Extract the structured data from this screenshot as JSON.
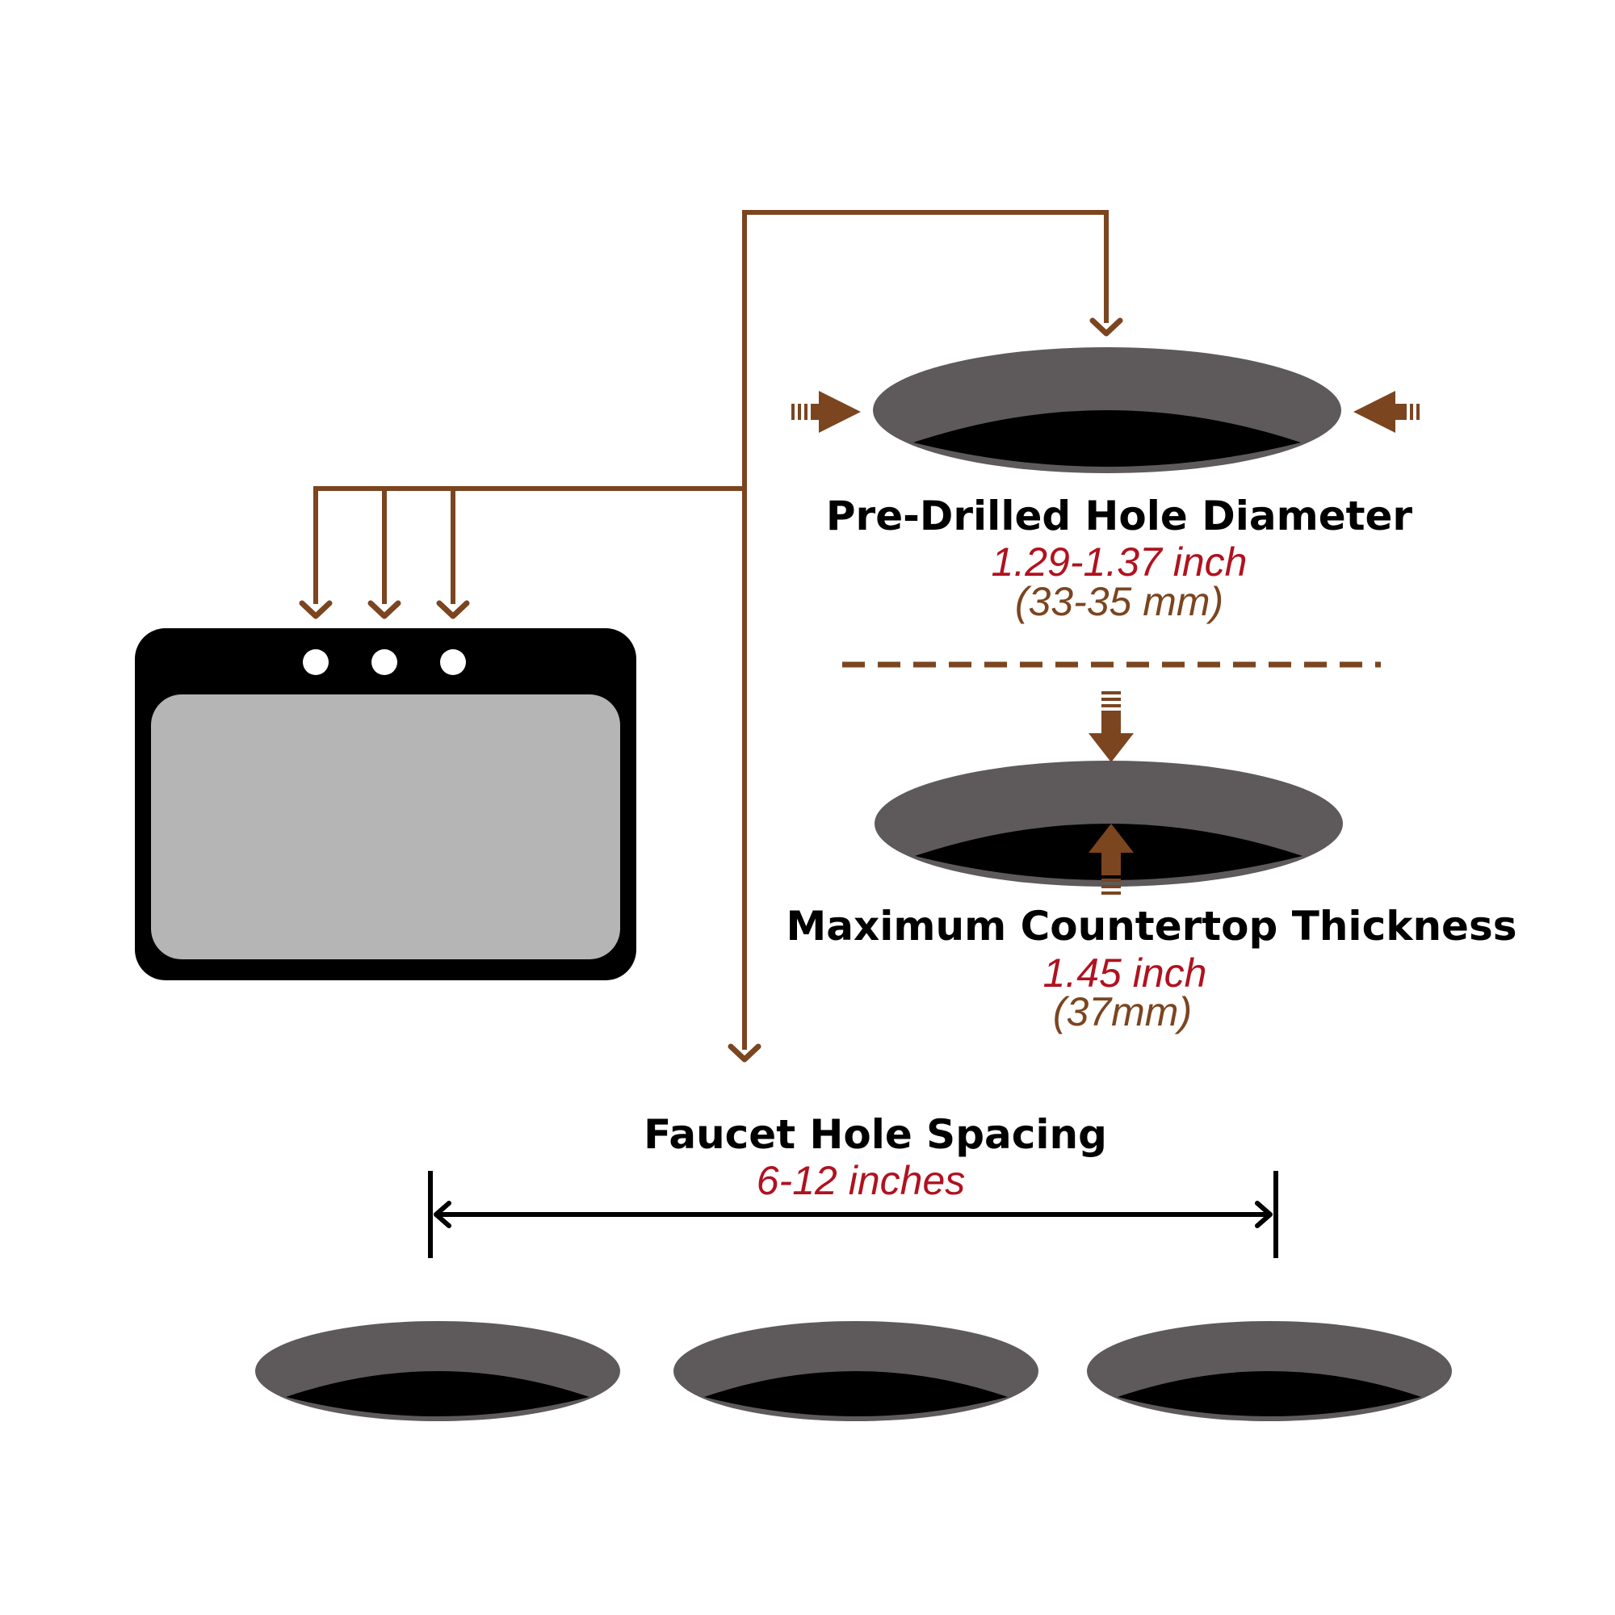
{
  "colors": {
    "brown": "#7B4520",
    "red": "#B0121F",
    "hole_rim": "#5E5A5B",
    "hole_inner": "#000000",
    "sink_frame": "#000000",
    "sink_basin": "#B5B5B5"
  },
  "hole_diameter": {
    "title": "Pre-Drilled Hole Diameter",
    "value_in": "1.29-1.37 inch",
    "value_mm": "(33-35 mm)"
  },
  "countertop_thickness": {
    "title": "Maximum Countertop Thickness",
    "value_in": "1.45 inch",
    "value_mm": "(37mm)"
  },
  "faucet_spacing": {
    "title": "Faucet Hole Spacing",
    "value": "6-12 inches"
  }
}
